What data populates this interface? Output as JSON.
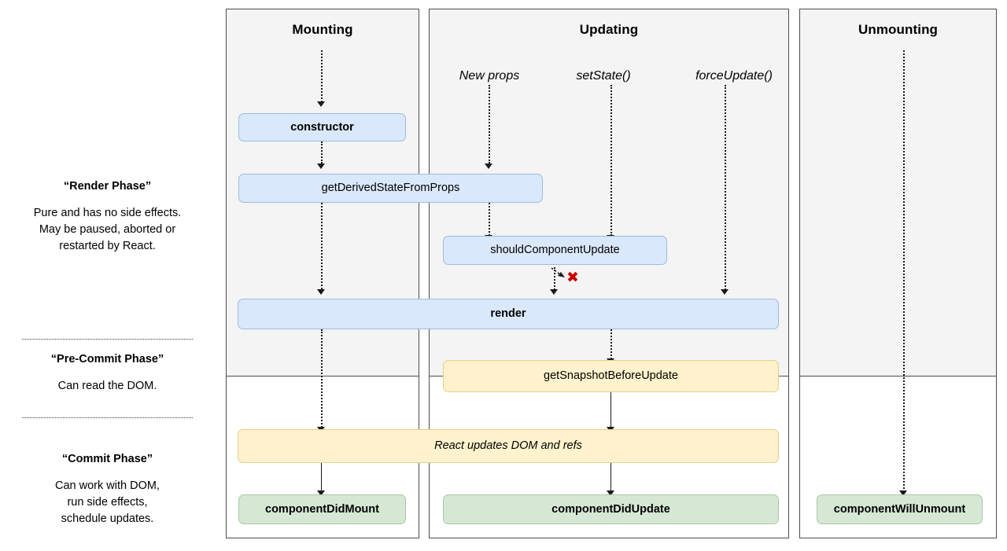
{
  "diagram": {
    "title": "React Component Lifecycle Methods Diagram",
    "colors": {
      "render_box": "#dae8fc",
      "render_box_border": "#9dbbe0",
      "commit_box": "#fff2cc",
      "commit_box_border": "#e4d08a",
      "did_box": "#d5e8d4",
      "did_box_border": "#a9c9a4",
      "column_header_bg": "#f4f4f4",
      "frame_border": "#4d4d4d",
      "x_mark": "#cc0000"
    }
  },
  "columns": [
    {
      "id": "mounting",
      "title": "Mounting"
    },
    {
      "id": "updating",
      "title": "Updating"
    },
    {
      "id": "unmounting",
      "title": "Unmounting"
    }
  ],
  "phases": [
    {
      "id": "render-phase",
      "title": "“Render Phase”",
      "body": "Pure and has no side effects.\nMay be paused, aborted or\nrestarted by React.",
      "lines": [
        "Pure and has no side effects.",
        "May be paused, aborted or",
        "restarted by React."
      ]
    },
    {
      "id": "pre-commit-phase",
      "title": "“Pre-Commit Phase”",
      "body": "Can read the DOM.",
      "lines": [
        "Can read the DOM."
      ]
    },
    {
      "id": "commit-phase",
      "title": "“Commit Phase”",
      "body": "Can work with DOM,\nrun side effects,\nschedule updates.",
      "lines": [
        "Can work with DOM,",
        "run side effects,",
        "schedule updates."
      ]
    }
  ],
  "triggers": [
    {
      "id": "new-props",
      "label": "New props"
    },
    {
      "id": "set-state",
      "label": "setState()"
    },
    {
      "id": "force-update",
      "label": "forceUpdate()"
    }
  ],
  "nodes": [
    {
      "id": "constructor",
      "label": "constructor",
      "kind": "render",
      "style": "bold",
      "column": "mounting"
    },
    {
      "id": "get-derived-state",
      "label": "getDerivedStateFromProps",
      "kind": "render",
      "style": "normal",
      "column": "mounting-updating"
    },
    {
      "id": "should-component-update",
      "label": "shouldComponentUpdate",
      "kind": "render",
      "style": "normal",
      "column": "updating"
    },
    {
      "id": "render",
      "label": "render",
      "kind": "render",
      "style": "bold",
      "column": "mounting-updating"
    },
    {
      "id": "get-snapshot",
      "label": "getSnapshotBeforeUpdate",
      "kind": "pre-commit",
      "style": "normal",
      "column": "updating"
    },
    {
      "id": "react-updates-dom",
      "label": "React updates DOM and refs",
      "kind": "commit",
      "style": "italic",
      "column": "mounting-updating"
    },
    {
      "id": "component-did-mount",
      "label": "componentDidMount",
      "kind": "commit",
      "style": "bold",
      "column": "mounting"
    },
    {
      "id": "component-did-update",
      "label": "componentDidUpdate",
      "kind": "commit",
      "style": "bold",
      "column": "updating"
    },
    {
      "id": "component-will-unmount",
      "label": "componentWillUnmount",
      "kind": "commit",
      "style": "bold",
      "column": "unmounting"
    }
  ],
  "markers": [
    {
      "id": "skip-render-x",
      "glyph": "✖",
      "meaning": "render skipped when shouldComponentUpdate returns false"
    }
  ]
}
